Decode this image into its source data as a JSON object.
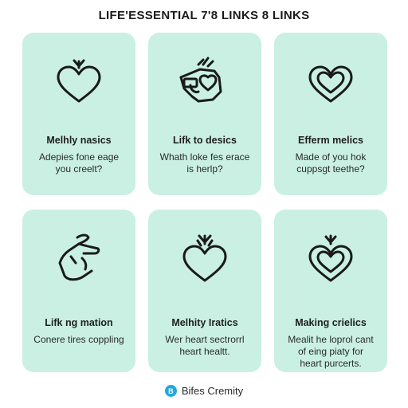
{
  "page": {
    "title": "LIFE'ESSENTIAL 7'8 LINKS 8 LINKS"
  },
  "cards": [
    {
      "heading": "Melhly nasics",
      "body": [
        "Adepies fone eage",
        "you creelt?"
      ],
      "icon": "heart-sprout-icon"
    },
    {
      "heading": "Lifk to desics",
      "body": [
        "Whath loke fes erace",
        "is herlp?"
      ],
      "icon": "hands-heart-icon"
    },
    {
      "heading": "Efferm melics",
      "body": [
        "Made of you hok",
        "cuppsgt teethe?"
      ],
      "icon": "double-heart-icon"
    },
    {
      "heading": "Lifk ng mation",
      "body": [
        "Conere tires coppling"
      ],
      "icon": "hand-gesture-icon"
    },
    {
      "heading": "Melhity Iratics",
      "body": [
        "Wer heart sectrorrl",
        "heart healtt."
      ],
      "icon": "heart-sprout-icon"
    },
    {
      "heading": "Making crielics",
      "body": [
        "Mealit he loprol cant",
        "of eing piaty for",
        "heart purcerts."
      ],
      "icon": "double-heart-sprout-icon"
    }
  ],
  "footer": {
    "logo_letter": "B",
    "brand": "Bifes Cremity"
  }
}
